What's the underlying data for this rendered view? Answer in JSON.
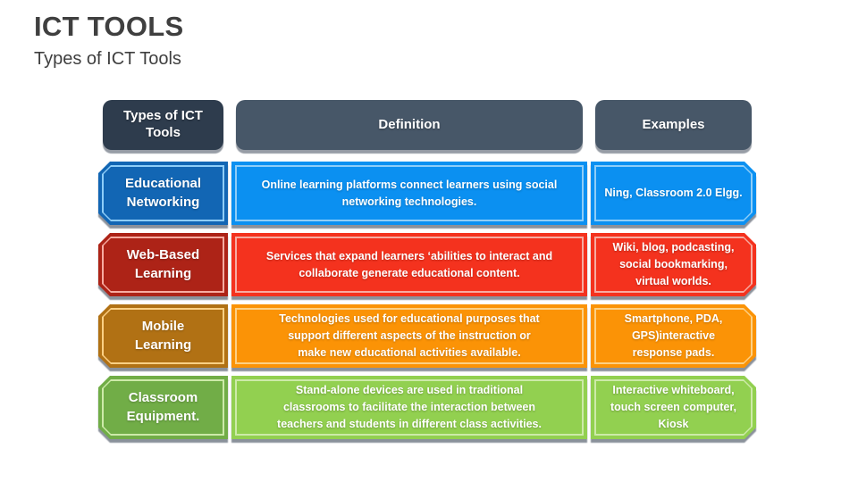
{
  "slide": {
    "title": "ICT TOOLS",
    "subtitle": "Types of ICT Tools",
    "background": "#ffffff",
    "title_color": "#3f3f3f"
  },
  "header": {
    "col1": "Types of ICT Tools",
    "col2": "Definition",
    "col3": "Examples",
    "col1_fill": "#2e3c4d",
    "col_fill": "#475768",
    "text_color": "#ffffff"
  },
  "rows": [
    {
      "label": "Educational Networking",
      "definition_lines": [
        "Online learning platforms connect learners using social",
        "networking technologies."
      ],
      "examples_lines": [
        "Ning, Classroom 2.0 Elgg."
      ],
      "colors": {
        "label_fill": "#1266b4",
        "cell_fill": "#0b90f1",
        "outline": "#8ecdf8"
      }
    },
    {
      "label": "Web-Based Learning",
      "definition_lines": [
        "Services that expand learners ‘abilities to interact and",
        "collaborate generate educational content."
      ],
      "examples_lines": [
        "Wiki, blog, podcasting,",
        "social bookmarking,",
        "virtual worlds."
      ],
      "colors": {
        "label_fill": "#ad2317",
        "cell_fill": "#f4321e",
        "outline": "#f7aba1"
      }
    },
    {
      "label": "Mobile Learning",
      "definition_lines": [
        "Technologies used for educational purposes that",
        "support different aspects of the instruction or",
        "make new educational activities available."
      ],
      "examples_lines": [
        "Smartphone, PDA,",
        "GPS)interactive",
        "response pads."
      ],
      "colors": {
        "label_fill": "#b17114",
        "cell_fill": "#fb9306",
        "outline": "#fdd084"
      }
    },
    {
      "label": "Classroom Equipment.",
      "definition_lines": [
        "Stand-alone devices are used in traditional",
        "classrooms to facilitate the interaction between",
        "teachers and students in different class activities."
      ],
      "examples_lines": [
        "Interactive whiteboard,",
        "touch screen computer,",
        "Kiosk"
      ],
      "colors": {
        "label_fill": "#71ad47",
        "cell_fill": "#92d050",
        "outline": "#cdeaa9"
      }
    }
  ]
}
